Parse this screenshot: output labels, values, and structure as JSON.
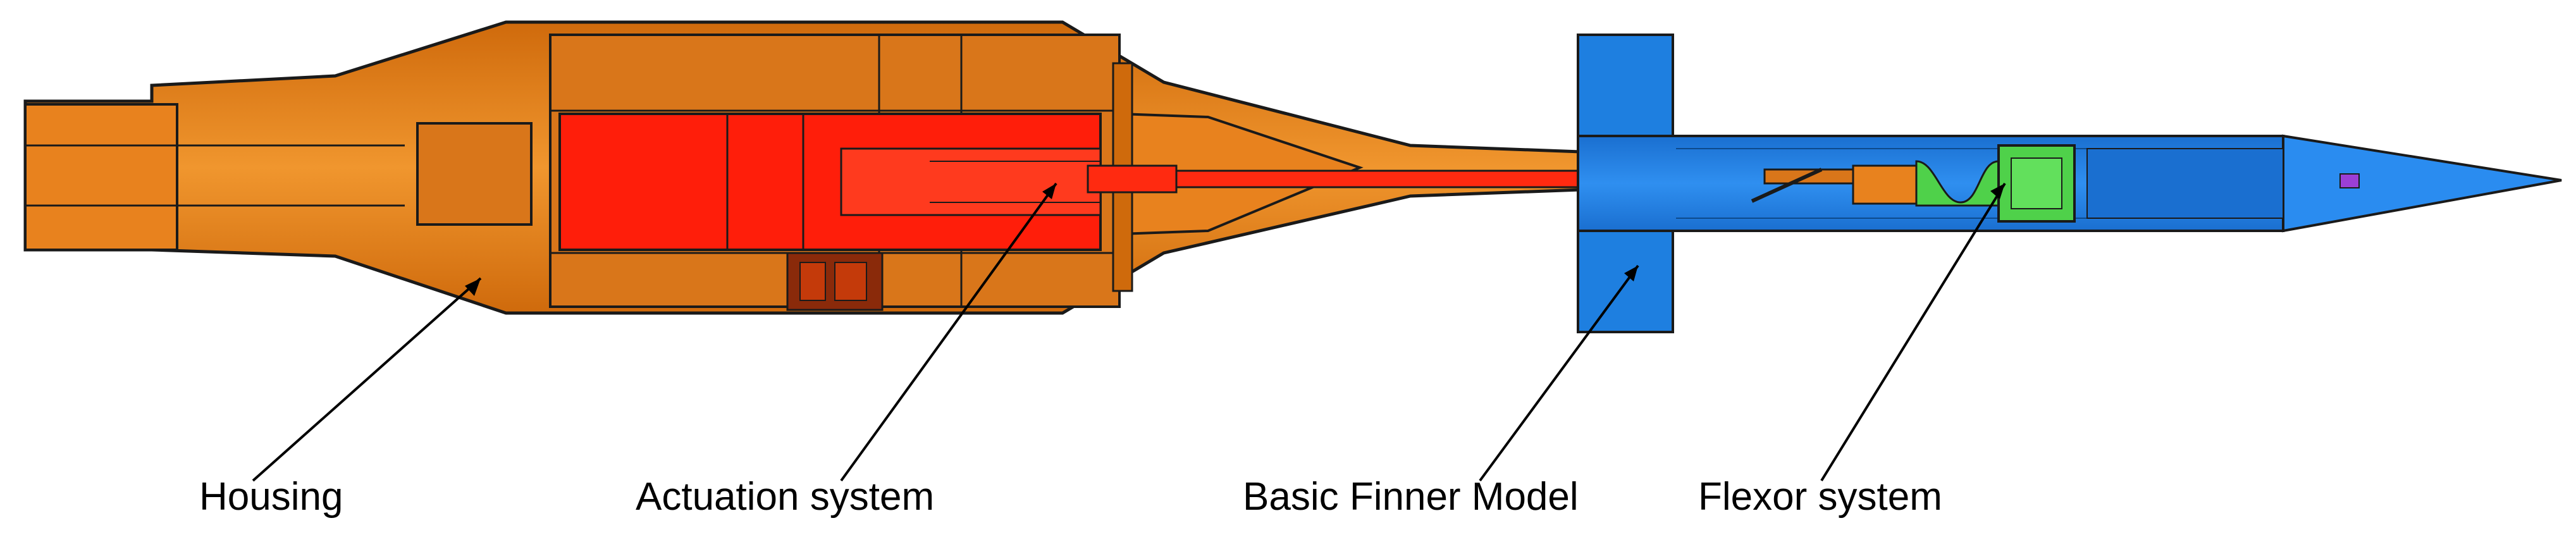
{
  "labels": {
    "housing": "Housing",
    "actuation_system": "Actuation system",
    "basic_finner_model": "Basic Finner Model",
    "flexor_system": "Flexor system"
  },
  "colors": {
    "housing": "#e8821e",
    "housing_dark": "#c9680f",
    "actuation": "#ff1e0a",
    "finner": "#1e7fe0",
    "finner_dark": "#1263b8",
    "flexor": "#4fd14a",
    "callout": "#000000",
    "tip_accent": "#9b3fd6"
  }
}
